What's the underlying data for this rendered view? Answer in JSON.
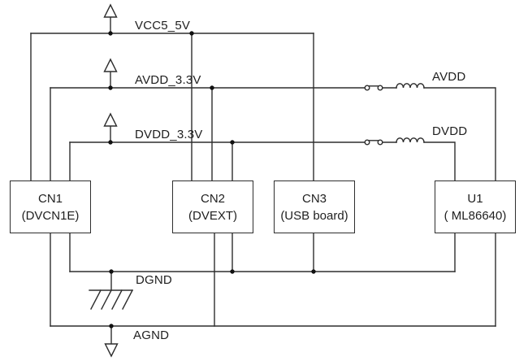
{
  "diagram_type": "power-supply-connection-schematic",
  "colors": {
    "background": "#ffffff",
    "line": "#2e2e2e",
    "text": "#1f1f1f"
  },
  "rails": {
    "vcc5": "VCC5_5V",
    "avdd_3_3": "AVDD_3.3V",
    "dvdd_3_3": "DVDD_3.3V",
    "avdd": "AVDD",
    "dvdd": "DVDD",
    "dgnd": "DGND",
    "agnd": "AGND"
  },
  "components": [
    {
      "name": "CN1",
      "subname": "(DVCN1E)"
    },
    {
      "name": "CN2",
      "subname": "(DVEXT)"
    },
    {
      "name": "CN3",
      "subname": "(USB board)"
    },
    {
      "name": "U1",
      "subname": "( ML86640)"
    }
  ],
  "symbols": {
    "power_rail": "up-arrow-icon",
    "digital_ground": "chassis-ground-icon",
    "analog_ground": "down-arrow-icon",
    "series_element": "inductor-icon",
    "inline_contact": "switch-icon"
  }
}
